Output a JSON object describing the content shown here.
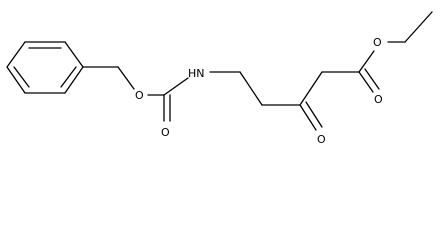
{
  "molecule": {
    "atoms": {
      "nh": "HN",
      "carbamate_ester_o": "O",
      "carbamate_carbonyl_o": "O",
      "ketone_o": "O",
      "ester_carbonyl_o": "O",
      "ester_alkoxy_o": "O"
    }
  },
  "colors": {
    "bond": "#000000",
    "background": "#ffffff"
  }
}
